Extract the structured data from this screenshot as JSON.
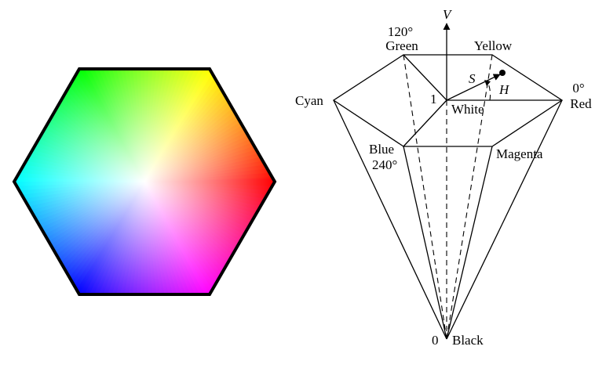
{
  "colors": {
    "red": "#ff0000",
    "yellow": "#ffff00",
    "green": "#00ff00",
    "cyan": "#00ffff",
    "blue": "#0000ff",
    "magenta": "#ff00ff",
    "white": "#ffffff",
    "outline": "#000000"
  },
  "hexcone": {
    "axis_label": "V",
    "apex_value": "0",
    "apex_label": "Black",
    "top_value": "1",
    "center_label": "White",
    "saturation_label": "S",
    "hue_label": "H",
    "vertices": {
      "green": {
        "name": "Green",
        "angle": "120°"
      },
      "yellow": {
        "name": "Yellow"
      },
      "red": {
        "name": "Red",
        "angle": "0°"
      },
      "magenta": {
        "name": "Magenta"
      },
      "blue": {
        "name": "Blue",
        "angle": "240°"
      },
      "cyan": {
        "name": "Cyan"
      }
    }
  }
}
